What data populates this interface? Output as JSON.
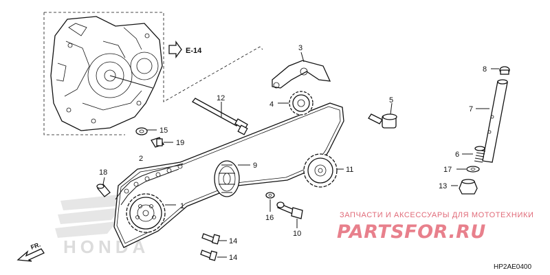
{
  "callouts": {
    "c1": "1",
    "c2": "2",
    "c3": "3",
    "c4": "4",
    "c5": "5",
    "c6": "6",
    "c7": "7",
    "c8": "8",
    "c9": "9",
    "c10": "10",
    "c11": "11",
    "c12": "12",
    "c13": "13",
    "c14a": "14",
    "c14b": "14",
    "c15": "15",
    "c16": "16",
    "c17": "17",
    "c18": "18",
    "c19": "19"
  },
  "reference": "E-14",
  "watermark": {
    "top_text": "ЗАПЧАСТИ И АКСЕССУАРЫ ДЛЯ МОТОТЕХНИКИ",
    "logo_text": "PARTSFOR.RU"
  },
  "direction_label": "FR.",
  "diagram_code": "HP2AE0400",
  "brand_watermark": "HONDA",
  "colors": {
    "watermark": "#e8808c",
    "ink": "#111111",
    "brand_gray": "#d9d9d9"
  }
}
